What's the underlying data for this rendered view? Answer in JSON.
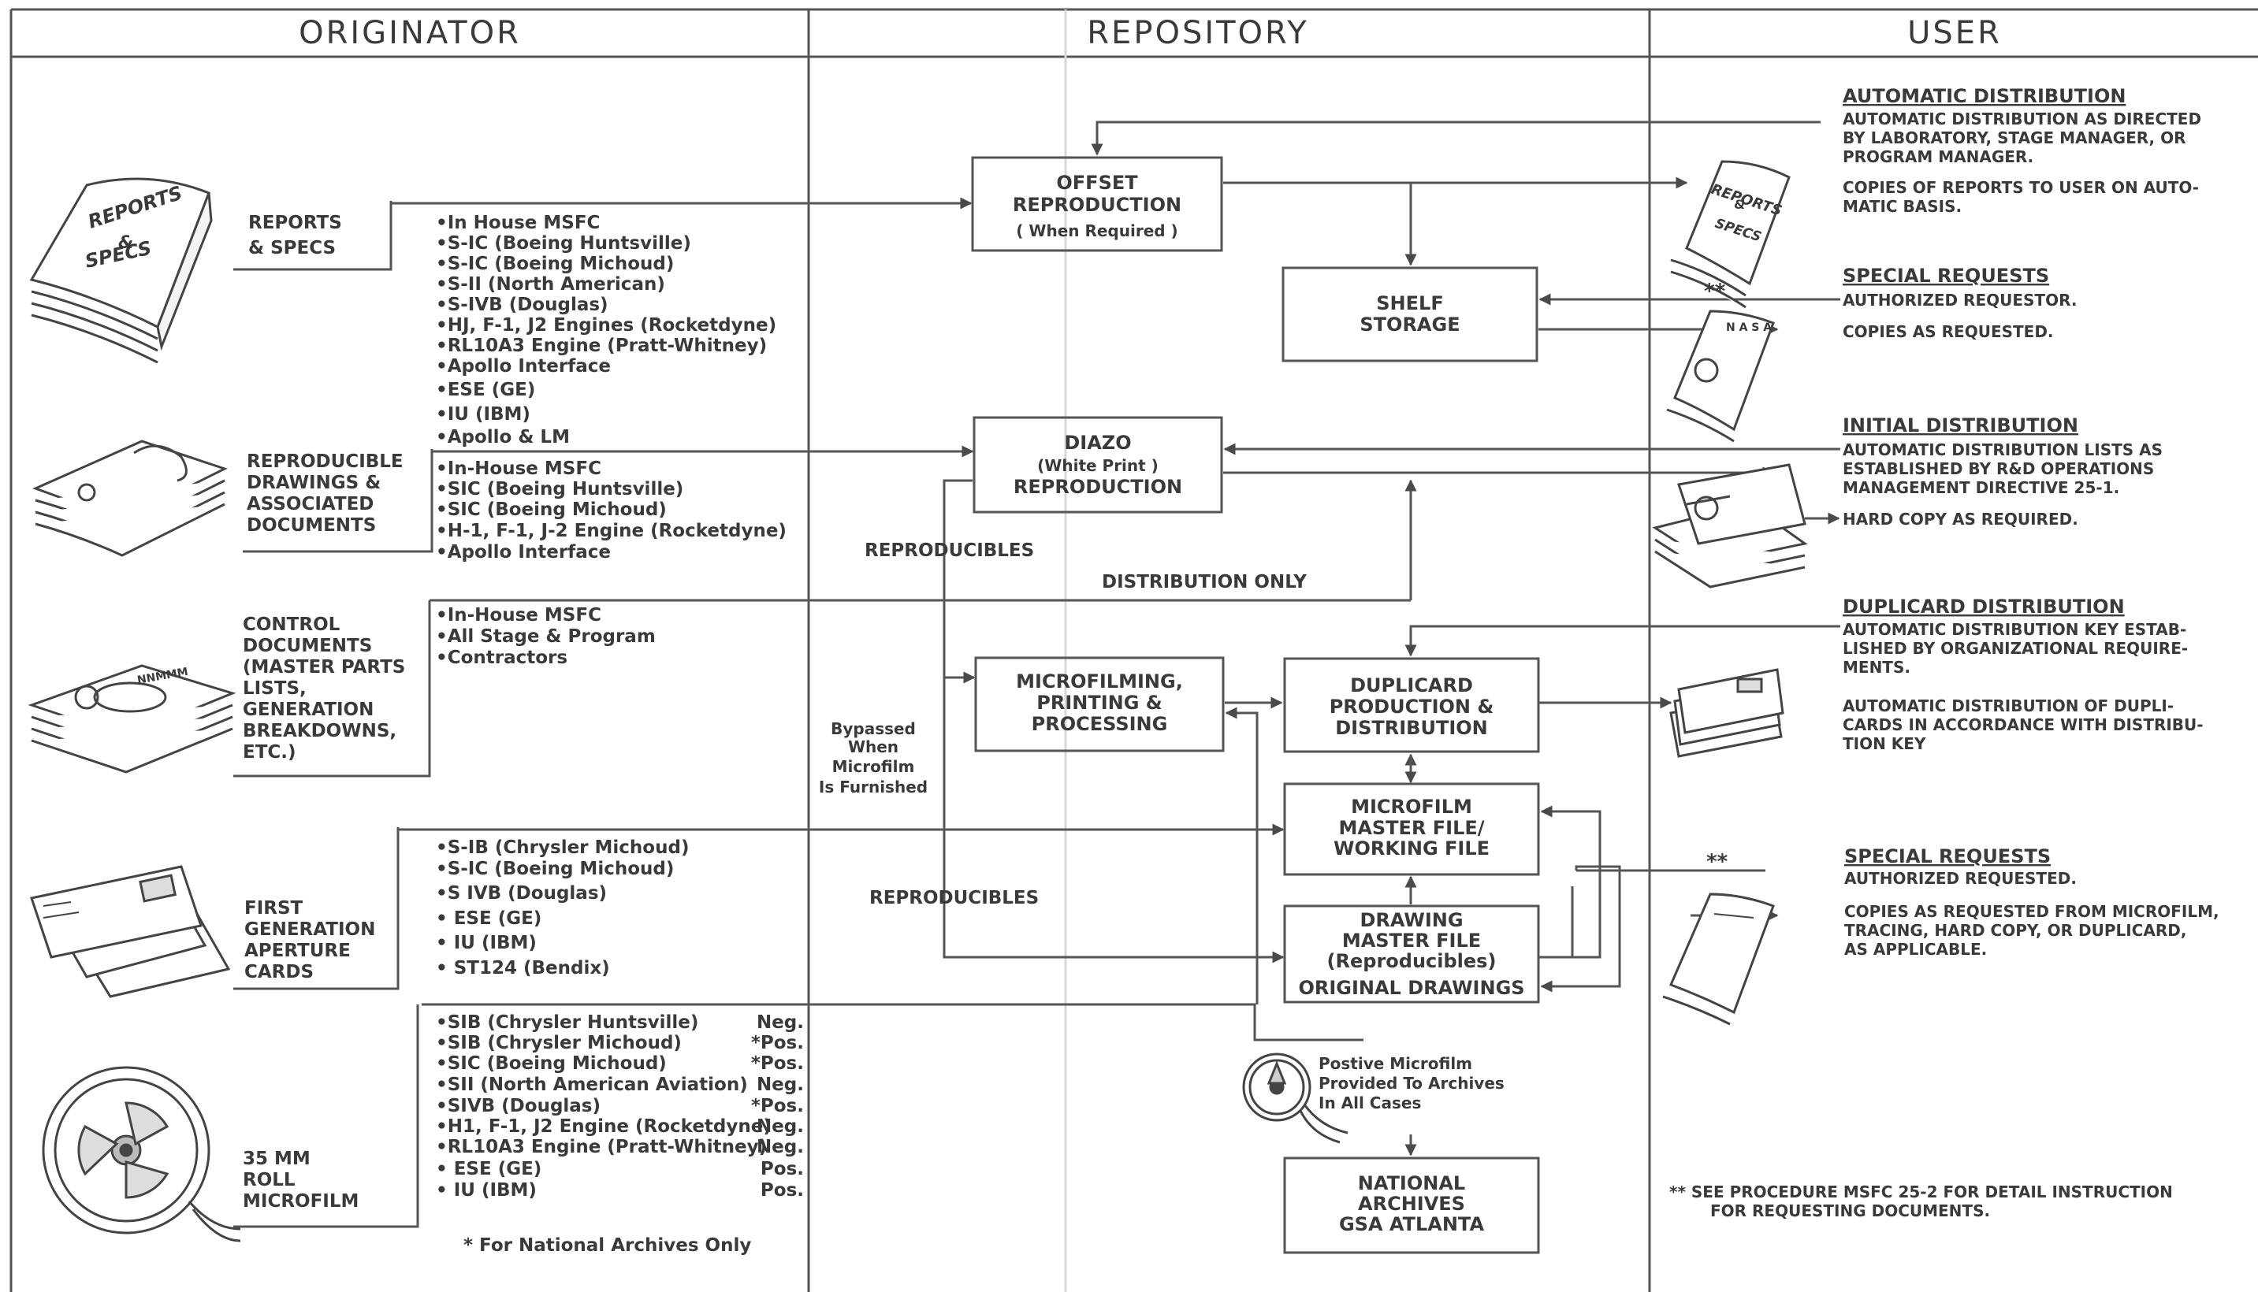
{
  "headers": {
    "originator": "ORIGINATOR",
    "repository": "REPOSITORY",
    "user": "USER"
  },
  "sources": {
    "reports": [
      "REPORTS",
      "& SPECS"
    ],
    "reproducible": [
      "REPRODUCIBLE",
      "DRAWINGS &",
      "ASSOCIATED",
      "DOCUMENTS"
    ],
    "control": [
      "CONTROL",
      "DOCUMENTS",
      "(MASTER PARTS",
      "LISTS,",
      "GENERATION",
      "BREAKDOWNS,",
      "ETC.)"
    ],
    "aperture": [
      "FIRST",
      "GENERATION",
      "APERTURE",
      "CARDS"
    ],
    "roll": [
      "35 MM",
      "ROLL",
      "MICROFILM"
    ]
  },
  "lists": {
    "reports": [
      "•In House MSFC",
      "•S-IC (Boeing Huntsville)",
      "•S-IC (Boeing Michoud)",
      "•S-II (North American)",
      "•S-IVB (Douglas)",
      "•HJ, F-1, J2 Engines (Rocketdyne)",
      "•RL10A3 Engine (Pratt-Whitney)",
      "•Apollo Interface",
      "•ESE (GE)",
      "•IU (IBM)",
      "•Apollo & LM"
    ],
    "reproducible": [
      "•In-House MSFC",
      "•SIC (Boeing Huntsville)",
      "•SIC (Boeing Michoud)",
      "•H-1, F-1, J-2 Engine (Rocketdyne)",
      "•Apollo Interface"
    ],
    "control": [
      "•In-House MSFC",
      "•All Stage & Program",
      "•Contractors"
    ],
    "aperture": [
      "•S-IB (Chrysler Michoud)",
      "•S-IC (Boeing Michoud)",
      "•S IVB (Douglas)",
      "• ESE (GE)",
      "• IU (IBM)",
      "• ST124 (Bendix)"
    ],
    "roll": [
      "•SIB (Chrysler Huntsville)",
      "•SIB (Chrysler Michoud)",
      "•SIC (Boeing Michoud)",
      "•SII (North American Aviation)",
      "•SIVB (Douglas)",
      "•H1, F-1, J2 Engine (Rocketdyne)",
      "•RL10A3 Engine (Pratt-Whitney)",
      "• ESE (GE)",
      "• IU (IBM)"
    ],
    "roll_types": [
      "Neg.",
      "*Pos.",
      "*Pos.",
      "Neg.",
      "*Pos.",
      "Neg.",
      "Neg.",
      "Pos.",
      "Pos."
    ],
    "roll_footnote": "* For National Archives Only"
  },
  "boxes": {
    "offset": [
      "OFFSET",
      "REPRODUCTION",
      "( When Required )"
    ],
    "shelf": [
      "SHELF",
      "STORAGE"
    ],
    "diazo": [
      "DIAZO",
      "(White Print )",
      "REPRODUCTION"
    ],
    "microfilming": [
      "MICROFILMING,",
      "PRINTING &",
      "PROCESSING"
    ],
    "duplicard": [
      "DUPLICARD",
      "PRODUCTION &",
      "DISTRIBUTION"
    ],
    "microfilm_master": [
      "MICROFILM",
      "MASTER FILE/",
      "WORKING FILE"
    ],
    "drawing_master": [
      "DRAWING",
      "MASTER FILE",
      "(Reproducibles)",
      "ORIGINAL DRAWINGS"
    ],
    "archives": [
      "NATIONAL",
      "ARCHIVES",
      "GSA ATLANTA"
    ]
  },
  "flow_labels": {
    "reproducibles_1": "REPRODUCIBLES",
    "reproducibles_2": "REPRODUCIBLES",
    "distribution_only": "DISTRIBUTION ONLY",
    "bypassed": [
      "Bypassed",
      "When",
      "Microfilm",
      "Is Furnished"
    ],
    "positive_microfilm": [
      "Postive Microfilm",
      "Provided To Archives",
      "In All Cases"
    ]
  },
  "user": {
    "auto_title": "AUTOMATIC DISTRIBUTION",
    "auto_text": [
      "AUTOMATIC DISTRIBUTION AS DIRECTED",
      "BY LABORATORY, STAGE MANAGER, OR",
      "PROGRAM MANAGER."
    ],
    "auto_copies": [
      "COPIES OF REPORTS TO USER ON AUTO-",
      "MATIC BASIS."
    ],
    "special1_title": "SPECIAL REQUESTS",
    "special1_mark": "**",
    "special1_text": "AUTHORIZED REQUESTOR.",
    "special1_copies": "COPIES AS REQUESTED.",
    "initial_title": "INITIAL DISTRIBUTION",
    "initial_text": [
      "AUTOMATIC  DISTRIBUTION  LISTS  AS",
      "ESTABLISHED  BY  R&D  OPERATIONS",
      "MANAGEMENT DIRECTIVE 25-1."
    ],
    "initial_hard": "HARD COPY AS REQUIRED.",
    "dup_title": "DUPLICARD DISTRIBUTION",
    "dup_text": [
      "AUTOMATIC  DISTRIBUTION KEY ESTAB-",
      "LISHED BY ORGANIZATIONAL REQUIRE-",
      "MENTS."
    ],
    "dup_auto": [
      "AUTOMATIC  DISTRIBUTION  OF  DUPLI-",
      "CARDS IN ACCORDANCE WITH DISTRIBU-",
      "TION KEY"
    ],
    "special2_mark": "**",
    "special2_title": "SPECIAL REQUESTS",
    "special2_text": "AUTHORIZED REQUESTED.",
    "special2_copies": [
      "COPIES AS REQUESTED FROM MICROFILM,",
      "TRACING, HARD COPY, OR DUPLICARD,",
      "AS APPLICABLE."
    ],
    "note": [
      "** SEE PROCEDURE MSFC 25-2 FOR DETAIL INSTRUCTION",
      "FOR REQUESTING DOCUMENTS."
    ]
  },
  "icons": {
    "reports_doc": [
      "REPORTS",
      "&",
      "SPECS"
    ],
    "user_reports_doc": [
      "REPORTS",
      "&",
      "SPECS"
    ],
    "nasa_doc": "N A S A"
  }
}
